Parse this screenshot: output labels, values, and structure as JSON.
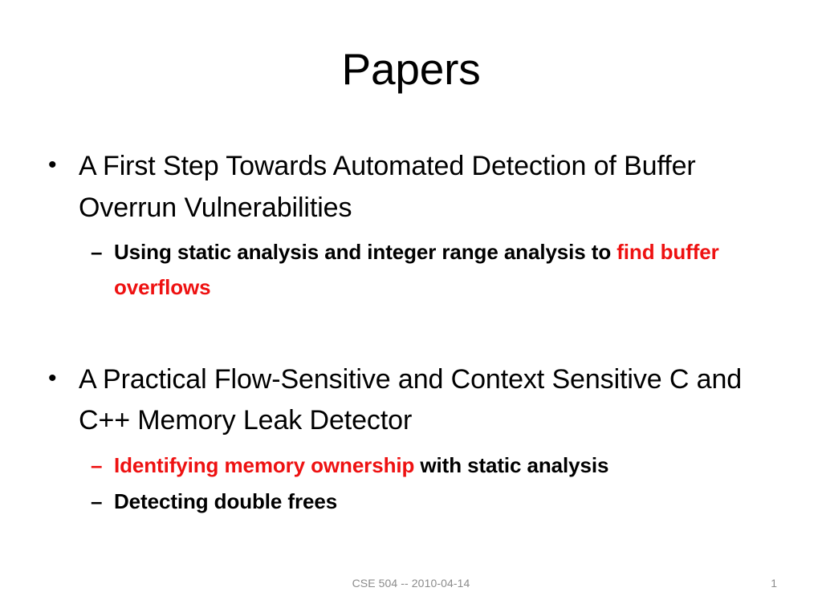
{
  "slide": {
    "title": "Papers",
    "background_color": "#FFFFFF",
    "accent_color": "#EE1111",
    "text_color": "#000000",
    "footer_color": "#8C8C8C"
  },
  "content": {
    "groups": [
      {
        "bullet_marker": "•",
        "bullet_text": "A First Step Towards Automated Detection of Buffer Overrun Vulnerabilities",
        "sub_items": [
          {
            "marker": "–",
            "marker_color": "black",
            "runs": [
              {
                "text": "Using static analysis and integer range analysis to ",
                "color": "black"
              },
              {
                "text": "find buffer overflows",
                "color": "red"
              }
            ]
          }
        ]
      },
      {
        "bullet_marker": "•",
        "bullet_text": "A Practical Flow-Sensitive and Context Sensitive C and C++ Memory Leak Detector",
        "sub_items": [
          {
            "marker": "–",
            "marker_color": "red",
            "runs": [
              {
                "text": "Identifying memory ownership",
                "color": "red"
              },
              {
                "text": " with static analysis",
                "color": "black"
              }
            ]
          },
          {
            "marker": "–",
            "marker_color": "black",
            "runs": [
              {
                "text": "Detecting double frees",
                "color": "black"
              }
            ]
          }
        ]
      }
    ]
  },
  "footer": {
    "course_and_date": "CSE 504 -- 2010-04-14",
    "page_number": "1"
  }
}
